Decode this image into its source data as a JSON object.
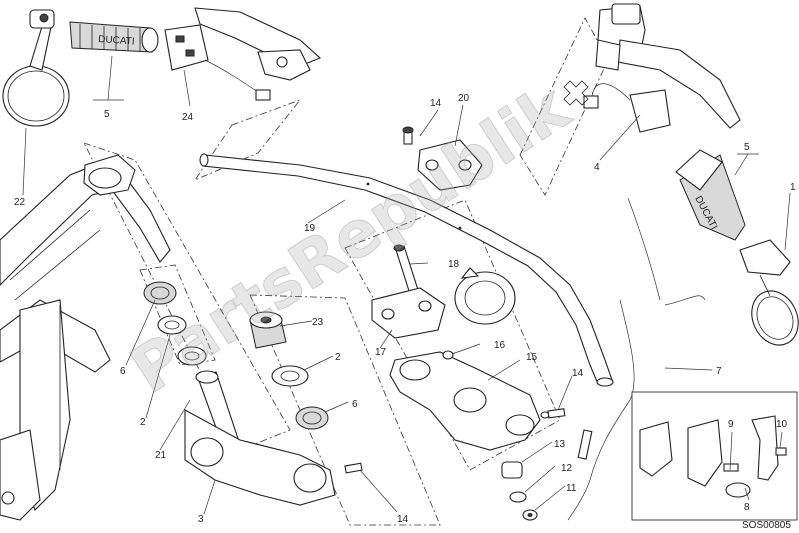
{
  "watermark": "PartsRepublik",
  "drawing_code": "SOS00805",
  "callouts": [
    {
      "id": "c1",
      "text": "1"
    },
    {
      "id": "c2a",
      "text": "2"
    },
    {
      "id": "c2b",
      "text": "2"
    },
    {
      "id": "c3",
      "text": "3"
    },
    {
      "id": "c4",
      "text": "4"
    },
    {
      "id": "c5a",
      "text": "5"
    },
    {
      "id": "c5b",
      "text": "5"
    },
    {
      "id": "c6a",
      "text": "6"
    },
    {
      "id": "c6b",
      "text": "6"
    },
    {
      "id": "c7",
      "text": "7"
    },
    {
      "id": "c8",
      "text": "8"
    },
    {
      "id": "c9",
      "text": "9"
    },
    {
      "id": "c10",
      "text": "10"
    },
    {
      "id": "c11",
      "text": "11"
    },
    {
      "id": "c12",
      "text": "12"
    },
    {
      "id": "c13",
      "text": "13"
    },
    {
      "id": "c14a",
      "text": "14"
    },
    {
      "id": "c14b",
      "text": "14"
    },
    {
      "id": "c14c",
      "text": "14"
    },
    {
      "id": "c15",
      "text": "15"
    },
    {
      "id": "c16",
      "text": "16"
    },
    {
      "id": "c17",
      "text": "17"
    },
    {
      "id": "c18",
      "text": "18"
    },
    {
      "id": "c19",
      "text": "19"
    },
    {
      "id": "c20",
      "text": "20"
    },
    {
      "id": "c21",
      "text": "21"
    },
    {
      "id": "c22",
      "text": "22"
    },
    {
      "id": "c23",
      "text": "23"
    },
    {
      "id": "c24",
      "text": "24"
    }
  ]
}
